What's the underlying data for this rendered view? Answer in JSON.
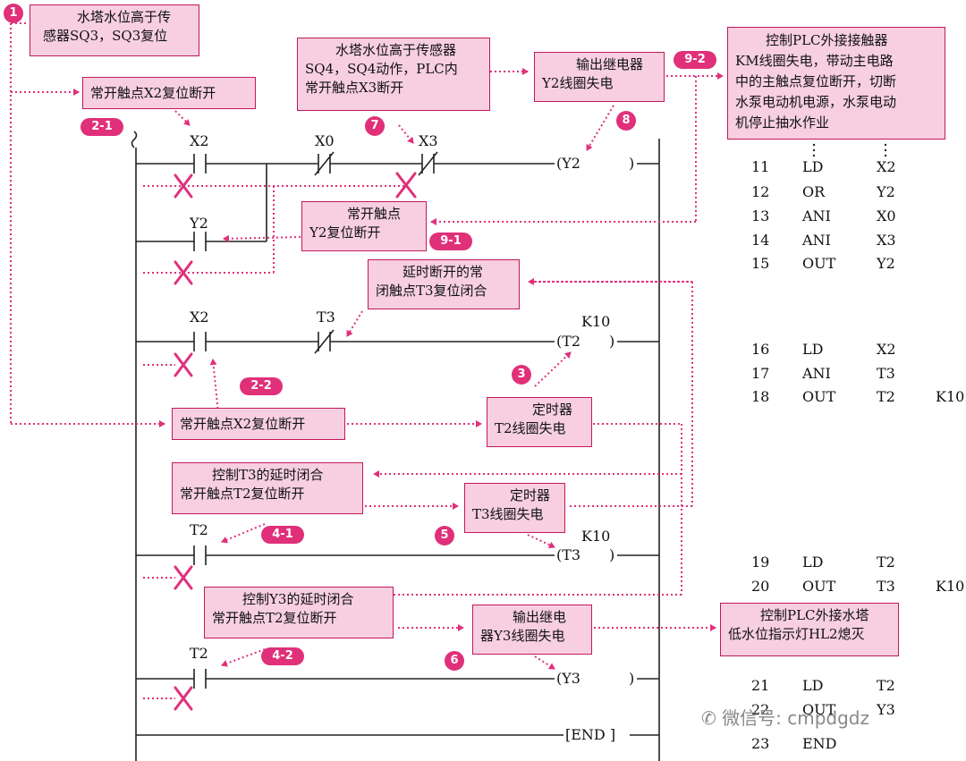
{
  "boxes": {
    "b1": [
      "水塔水位高于传",
      "感器SQ3，SQ3复位"
    ],
    "b2_1": [
      "常开触点X2复位断开"
    ],
    "b7": [
      "水塔水位高于传感器",
      "SQ4，SQ4动作，PLC内",
      "常开触点X3断开"
    ],
    "b8": [
      "输出继电器",
      "Y2线圈失电"
    ],
    "b9_2": [
      "控制PLC外接接触器",
      "KM线圈失电，带动主电路",
      "中的主触点复位断开，切断",
      "水泵电动机电源，水泵电动",
      "机停止抽水作业"
    ],
    "b9_1": [
      "常开触点",
      "Y2复位断开"
    ],
    "bT3": [
      "延时断开的常",
      "闭触点T3复位闭合"
    ],
    "b2_2": [
      "常开触点X2复位断开"
    ],
    "b3": [
      "定时器",
      "T2线圈失电"
    ],
    "b4_1": [
      "控制T3的延时闭合",
      "常开触点T2复位断开"
    ],
    "b5": [
      "定时器",
      "T3线圈失电"
    ],
    "b4_2": [
      "控制Y3的延时闭合",
      "常开触点T2复位断开"
    ],
    "b6": [
      "输出继电",
      "器Y3线圈失电"
    ],
    "bHL": [
      "控制PLC外接水塔",
      "低水位指示灯HL2熄灭"
    ]
  },
  "badges": {
    "c1": "1",
    "p2_1": "2-1",
    "c7": "7",
    "c8": "8",
    "p9_2": "9-2",
    "p9_1": "9-1",
    "p2_2": "2-2",
    "c3": "3",
    "p4_1": "4-1",
    "c5": "5",
    "p4_2": "4-2",
    "c6": "6"
  },
  "ladder": {
    "x2a": "X2",
    "x0": "X0",
    "x3": "X3",
    "coil_y2": "(Y2",
    "y2c": "Y2",
    "x2b": "X2",
    "t3": "T3",
    "coil_t2": "(T2",
    "k10a": "K10",
    "t2a": "T2",
    "coil_t3": "(T3",
    "k10b": "K10",
    "t2b": "T2",
    "coil_y3": "(Y3",
    "end": "[END ]"
  },
  "program": [
    [
      "11",
      "LD",
      "X2",
      ""
    ],
    [
      "12",
      "OR",
      "Y2",
      ""
    ],
    [
      "13",
      "ANI",
      "X0",
      ""
    ],
    [
      "14",
      "ANI",
      "X3",
      ""
    ],
    [
      "15",
      "OUT",
      "Y2",
      ""
    ],
    [
      "16",
      "LD",
      "X2",
      ""
    ],
    [
      "17",
      "ANI",
      "T3",
      ""
    ],
    [
      "18",
      "OUT",
      "T2",
      "K10"
    ],
    [
      "19",
      "LD",
      "T2",
      ""
    ],
    [
      "20",
      "OUT",
      "T3",
      "K10"
    ],
    [
      "21",
      "LD",
      "T2",
      ""
    ],
    [
      "22",
      "OUT",
      "Y3",
      ""
    ],
    [
      "23",
      "END",
      "",
      ""
    ]
  ],
  "watermark": "微信号: cmpdgdz",
  "colors": {
    "accent": "#e0307a",
    "box_fill": "#f7cfe0",
    "box_border": "#c2185b"
  }
}
